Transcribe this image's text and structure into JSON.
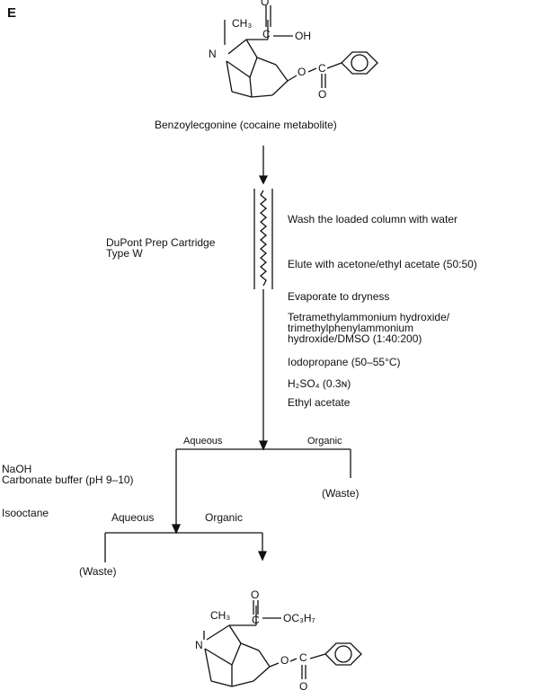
{
  "panel_letter": "E",
  "top_structure": {
    "ch3": "CH₃",
    "n": "N",
    "c": "C",
    "oh": "OH",
    "o_top": "O",
    "o_ring": "O",
    "c2": "C",
    "o_bottom": "O",
    "name": "Benzoylecgonine (cocaine metabolite)"
  },
  "cartridge": {
    "name_line1": "DuPont Prep Cartridge",
    "name_line2": "Type W",
    "wash": "Wash the loaded column with water",
    "elute": "Elute with acetone/ethyl acetate (50:50)"
  },
  "steps": {
    "evaporate": "Evaporate to dryness",
    "reagent_line1": "Tetramethylammonium hydroxide/",
    "reagent_line2": "trimethylphenylammonium",
    "reagent_line3": "hydroxide/DMSO (1:40:200)",
    "iodopropane": "Iodopropane (50–55°C)",
    "h2so4": "H₂SO₄ (0.3ɴ)",
    "ethyl_acetate": "Ethyl acetate"
  },
  "split1": {
    "aqueous": "Aqueous",
    "organic": "Organic",
    "waste": "(Waste)"
  },
  "left_reagents": {
    "naoh": "NaOH",
    "buffer": "Carbonate buffer (pH 9–10)",
    "isooctane": "Isooctane"
  },
  "split2": {
    "aqueous": "Aqueous",
    "organic": "Organic",
    "waste": "(Waste)"
  },
  "bottom_structure": {
    "o_top": "O",
    "ch3": "CH₃",
    "c": "C",
    "ester": "OC₃H₇",
    "n": "N",
    "o_ring": "O",
    "c2": "C",
    "o_bottom": "O"
  }
}
